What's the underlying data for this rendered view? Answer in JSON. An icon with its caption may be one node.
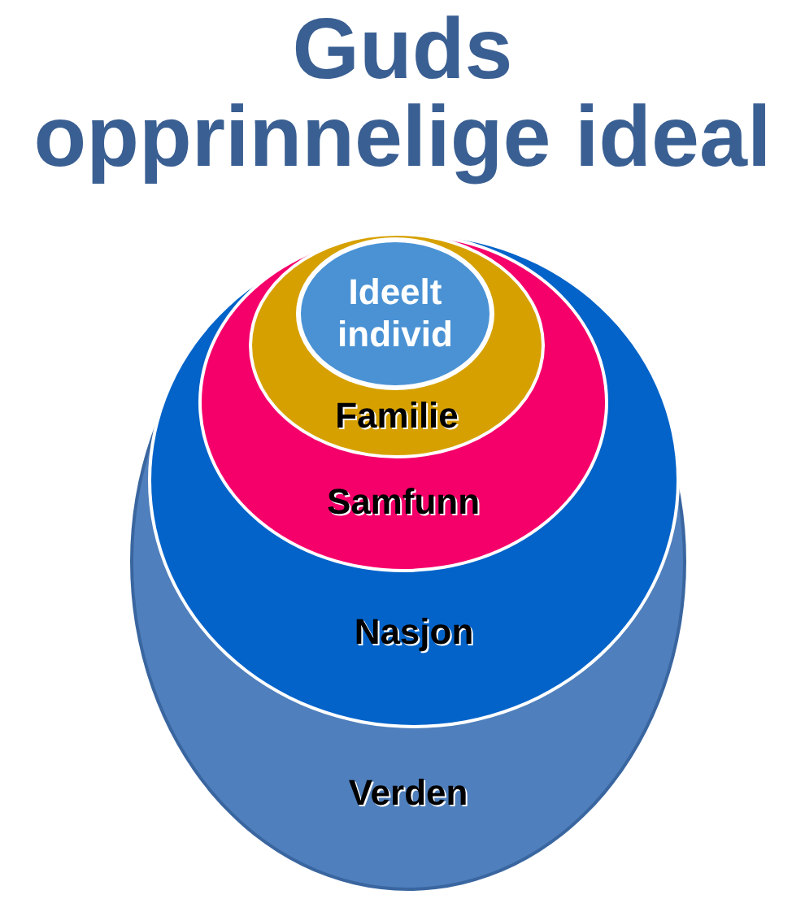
{
  "diagram": {
    "title": "Guds opprinnelige ideal",
    "nodes": [
      {
        "text": [
          "Verden"
        ]
      },
      {
        "text": [
          "Nasjon"
        ],
        "in": 0
      },
      {
        "text": [
          "Samfunn"
        ],
        "in": 1
      },
      {
        "text": [
          "Familie"
        ],
        "in": 2
      },
      {
        "text": [
          "Ideelt individ"
        ],
        "in": 3
      }
    ]
  }
}
